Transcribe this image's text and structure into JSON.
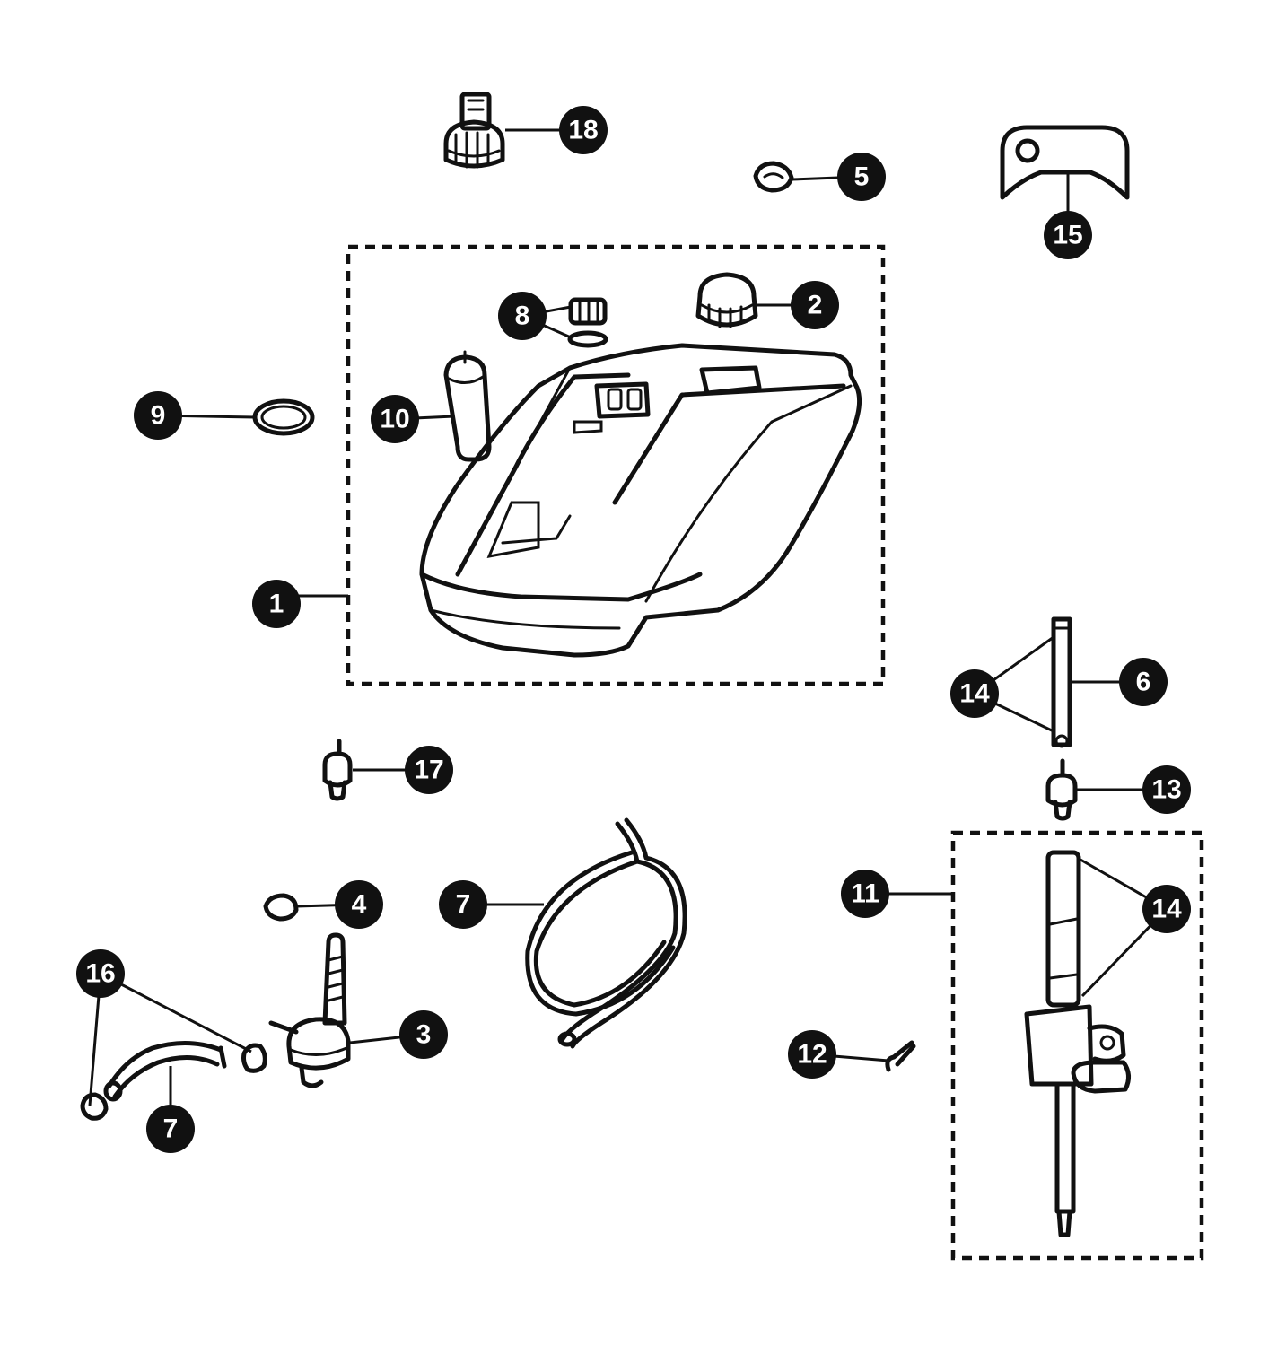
{
  "callouts": {
    "c1": "1",
    "c2": "2",
    "c3": "3",
    "c4": "4",
    "c5": "5",
    "c6": "6",
    "c7a": "7",
    "c7b": "7",
    "c8": "8",
    "c9": "9",
    "c10": "10",
    "c11": "11",
    "c12": "12",
    "c13": "13",
    "c14a": "14",
    "c14b": "14",
    "c15": "15",
    "c16": "16",
    "c17": "17",
    "c18": "18"
  },
  "colors": {
    "ink": "#111111",
    "paper": "#ffffff"
  }
}
